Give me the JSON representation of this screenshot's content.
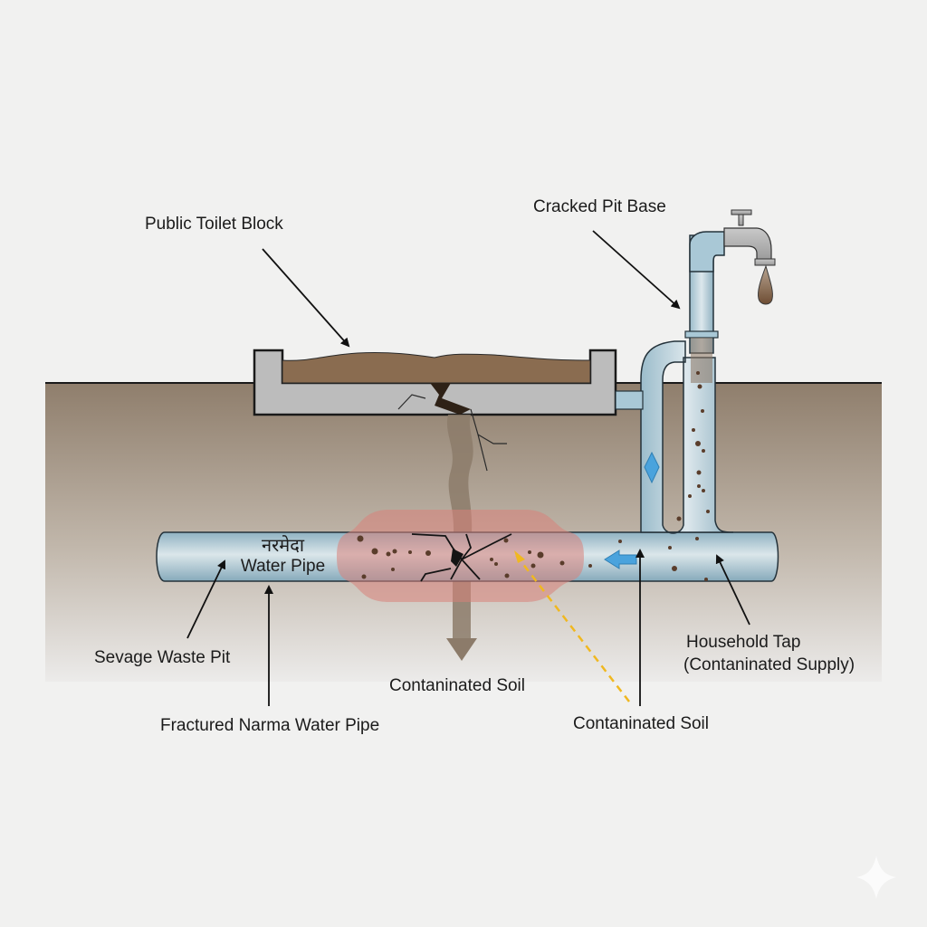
{
  "diagram": {
    "labels": {
      "public_toilet_block": "Public Toilet Block",
      "cracked_pit_base": "Cracked Pit Base",
      "pipe_name_hindi": "नरमेदा",
      "pipe_name_sub": "Water Pipe",
      "sewage_waste_pit": "Sevage Waste Pit",
      "fractured_pipe": "Fractured Narma Water Pipe",
      "contaminated_soil_center": "Contaninated Soil",
      "contaminated_soil_right": "Contaninated Soil",
      "household_tap_line1": "Household Tap",
      "household_tap_line2": "(Contaninated Supply)"
    },
    "colors": {
      "background": "#f1f1f0",
      "soil_top": "#8f7e6c",
      "soil_bottom": "#e6e3df",
      "concrete": "#b9b9b9",
      "sewage": "#86664a",
      "pipe": "#a9c8d6",
      "contamination_zone": "#d9817a",
      "flow_arrow": "#4aa3dd",
      "dashed_path": "#f0b820",
      "leak_arrow": "#8c7b6a"
    },
    "icons": {
      "watermark": "sparkle-icon",
      "tap": "faucet-icon",
      "drop": "water-drop-icon"
    }
  }
}
